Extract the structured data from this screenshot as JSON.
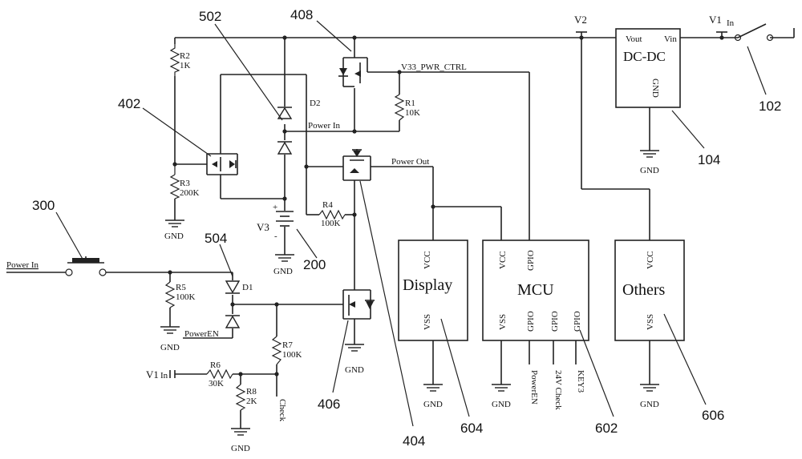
{
  "refs": {
    "r300": "300",
    "r502": "502",
    "r408": "408",
    "r402": "402",
    "r504": "504",
    "r200": "200",
    "r406": "406",
    "r404": "404",
    "r604": "604",
    "r602": "602",
    "r606": "606",
    "r104": "104",
    "r102": "102"
  },
  "nets": {
    "power_in_left": "Power  In",
    "power_in_mid": "Power  In",
    "power_out": "Power  Out",
    "v33_pwr_ctrl": "V33_PWR_CTRL",
    "power_en": "PowerEN",
    "check": "Check",
    "v2": "V2",
    "v1_top": "V1",
    "v1_top_sub": "In",
    "v1_left": "V1",
    "v1_left_sub": "In",
    "v3": "V3"
  },
  "components": {
    "r1": "R1",
    "r1_val": "10K",
    "r2": "R2",
    "r2_val": "1K",
    "r3": "R3",
    "r3_val": "200K",
    "r4": "R4",
    "r4_val": "100K",
    "r5": "R5",
    "r5_val": "100K",
    "r6": "R6",
    "r6_val": "30K",
    "r7": "R7",
    "r7_val": "100K",
    "r8": "R8",
    "r8_val": "2K",
    "d1": "D1",
    "d2": "D2",
    "batt_plus": "+",
    "batt_minus": "-"
  },
  "gnd": "GND",
  "blocks": {
    "dcdc": {
      "title": "DC-DC",
      "vout": "Vout",
      "vin": "Vin",
      "gnd": "GND"
    },
    "display": {
      "title": "Display",
      "vcc": "VCC",
      "vss": "VSS"
    },
    "mcu": {
      "title": "MCU",
      "vcc": "VCC",
      "gpio_top": "GPIO",
      "vss": "VSS",
      "gpio1": "GPIO",
      "gpio2": "GPIO",
      "gpio3": "GPIO",
      "sig1": "PowerEN",
      "sig2": "24V  Check",
      "sig3": "KEY3"
    },
    "others": {
      "title": "Others",
      "vcc": "VCC",
      "vss": "VSS"
    }
  }
}
